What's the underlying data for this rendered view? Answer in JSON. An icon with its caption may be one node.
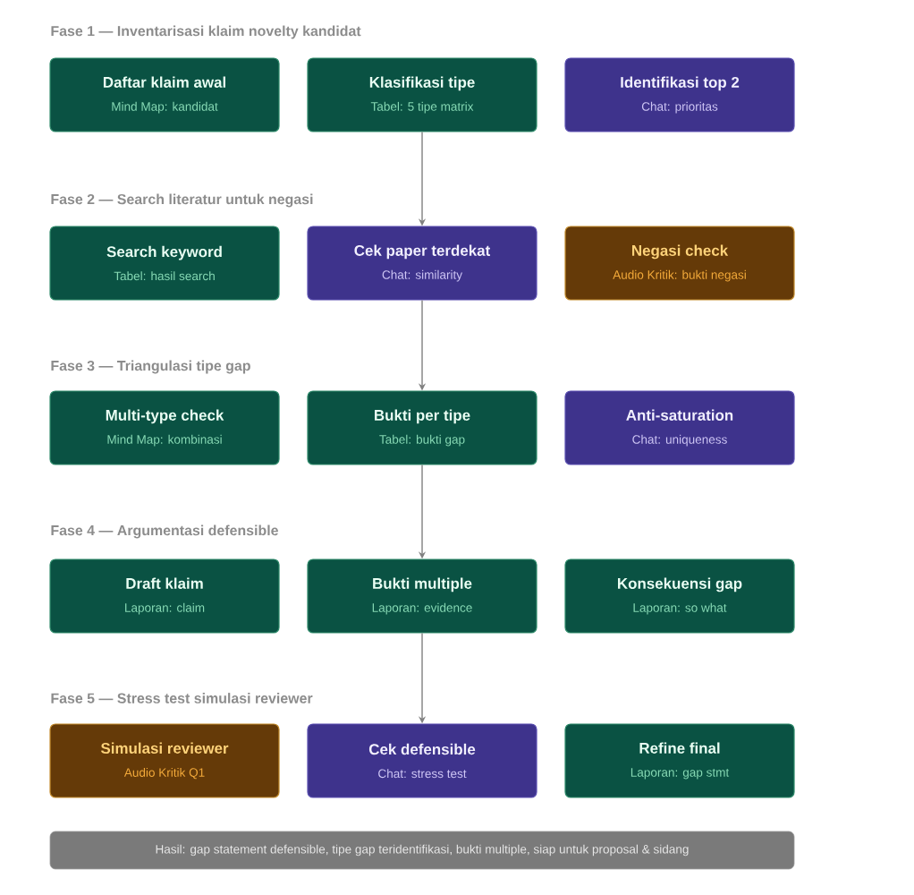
{
  "diagram": {
    "nodes": [
      {
        "text": [
          "Daftar klaim awal",
          "Mind Map: kandidat"
        ]
      },
      {
        "text": [
          "Klasifikasi tipe",
          "Tabel: 5 tipe matrix"
        ]
      },
      {
        "text": [
          "Identifikasi top 2",
          "Chat: prioritas"
        ]
      },
      {
        "text": [
          "Search keyword",
          "Tabel: hasil search"
        ]
      },
      {
        "text": [
          "Cek paper terdekat",
          "Chat: similarity"
        ]
      },
      {
        "text": [
          "Negasi check",
          "Audio Kritik: bukti negasi"
        ]
      },
      {
        "text": [
          "Multi-type check",
          "Mind Map: kombinasi"
        ]
      },
      {
        "text": [
          "Bukti per tipe",
          "Tabel: bukti gap"
        ]
      },
      {
        "text": [
          "Anti-saturation",
          "Chat: uniqueness"
        ]
      },
      {
        "text": [
          "Draft klaim",
          "Laporan: claim"
        ]
      },
      {
        "text": [
          "Bukti multiple",
          "Laporan: evidence"
        ]
      },
      {
        "text": [
          "Konsekuensi gap",
          "Laporan: so what"
        ]
      },
      {
        "text": [
          "Simulasi reviewer",
          "Audio Kritik Q1"
        ]
      },
      {
        "text": [
          "Cek defensible",
          "Chat: stress test"
        ]
      },
      {
        "text": [
          "Refine final",
          "Laporan: gap stmt"
        ]
      },
      {
        "text": [
          "Hasil: gap statement defensible, tipe gap teridentifikasi, bukti multiple, siap untuk proposal & sidang"
        ]
      }
    ],
    "edges": [
      {
        "from": 1,
        "to": 4,
        "arrow": "to"
      },
      {
        "from": 4,
        "to": 7,
        "arrow": "to"
      },
      {
        "from": 7,
        "to": 10,
        "arrow": "to"
      },
      {
        "from": 10,
        "to": 13,
        "arrow": "to"
      }
    ],
    "labels": [
      "Fase 1 — Inventarisasi klaim novelty kandidat",
      "Fase 2 — Search literatur untuk negasi",
      "Fase 3 — Triangulasi tipe gap",
      "Fase 4 — Argumentasi defensible",
      "Fase 5 — Stress test simulasi reviewer"
    ]
  }
}
